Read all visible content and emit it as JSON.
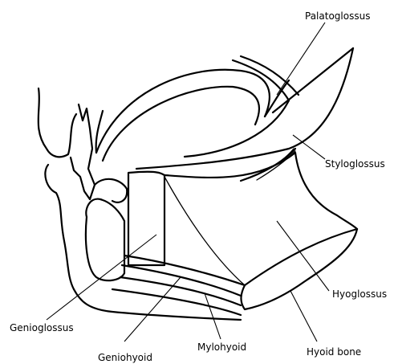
{
  "labels": {
    "palatoglossus": "Palatoglossus",
    "styloglossus": "Styloglossus",
    "hyoglossus": "Hyoglossus",
    "hyoid_bone": "Hyoid bone",
    "mylohyoid": "Mylohyoid",
    "geniohyoid": "Geniohyoid",
    "genioglossus": "Genioglossus"
  }
}
